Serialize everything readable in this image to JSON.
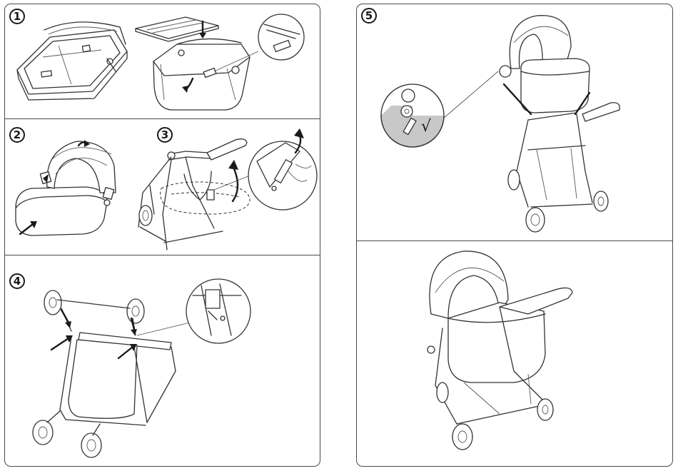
{
  "steps": {
    "s1": "1",
    "s2": "2",
    "s3": "3",
    "s4": "4",
    "s5": "5"
  },
  "detail_mark": "√",
  "colors": {
    "line": "#333333",
    "detail_fill": "#c8c8c8",
    "arrow": "#1a1a1a"
  }
}
